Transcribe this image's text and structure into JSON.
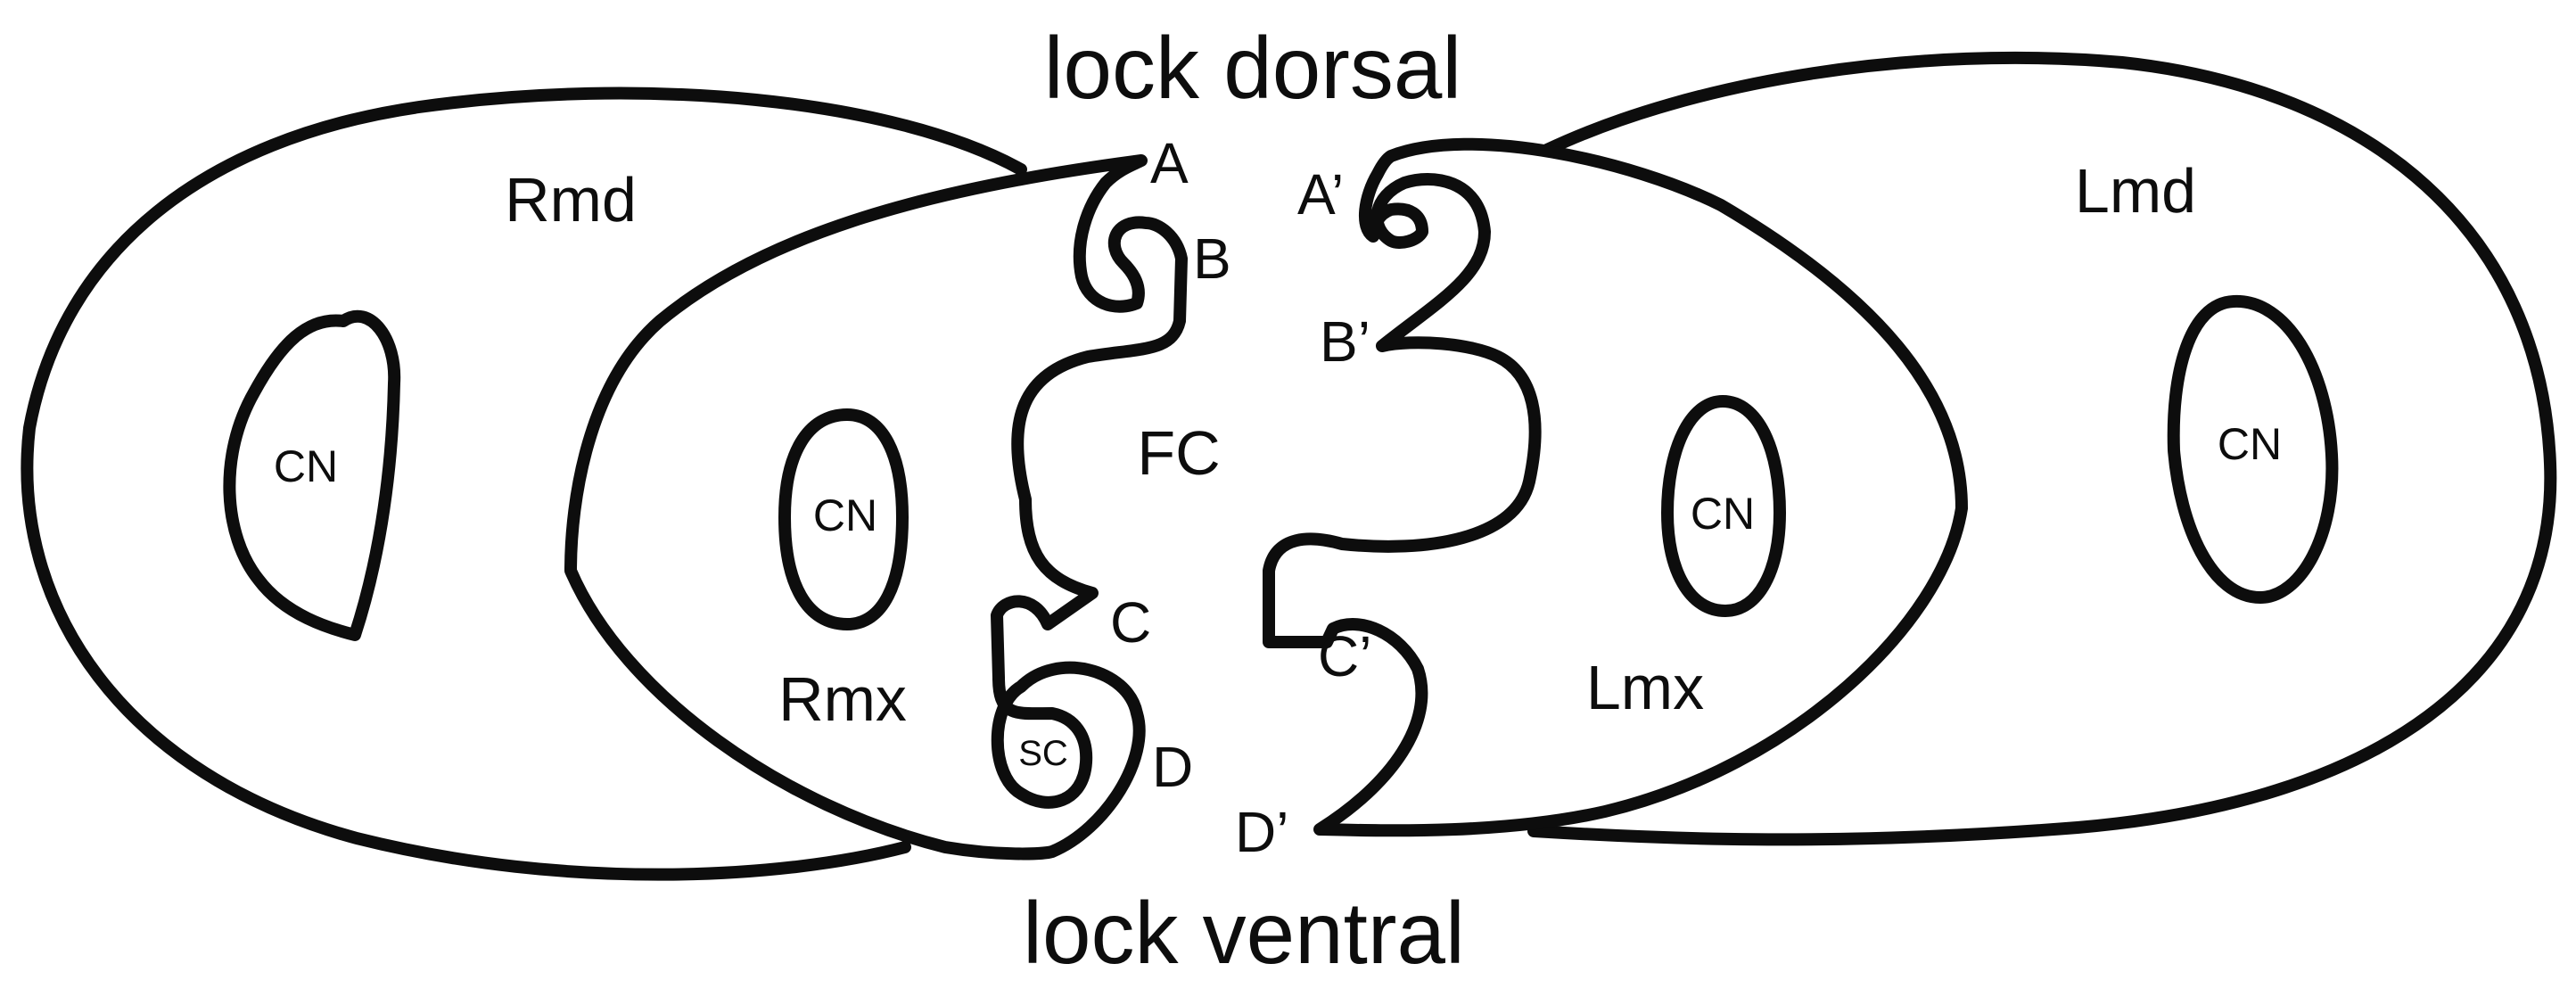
{
  "diagram": {
    "title_top": "lock dorsal",
    "title_bottom": "lock ventral",
    "regions": {
      "rmd": "Rmd",
      "lmd": "Lmd",
      "rmx": "Rmx",
      "lmx": "Lmx",
      "fc": "FC"
    },
    "nuclei": {
      "rmd_cn": "CN",
      "rmx_cn": "CN",
      "lmx_cn": "CN",
      "lmd_cn": "CN",
      "sc": "SC"
    },
    "points": {
      "a": "A",
      "b": "B",
      "c": "C",
      "d": "D",
      "a_prime": "A’",
      "b_prime": "B’",
      "c_prime": "C’",
      "d_prime": "D’"
    },
    "colors": {
      "line": "#0d0d0d",
      "background": "#ffffff"
    }
  }
}
